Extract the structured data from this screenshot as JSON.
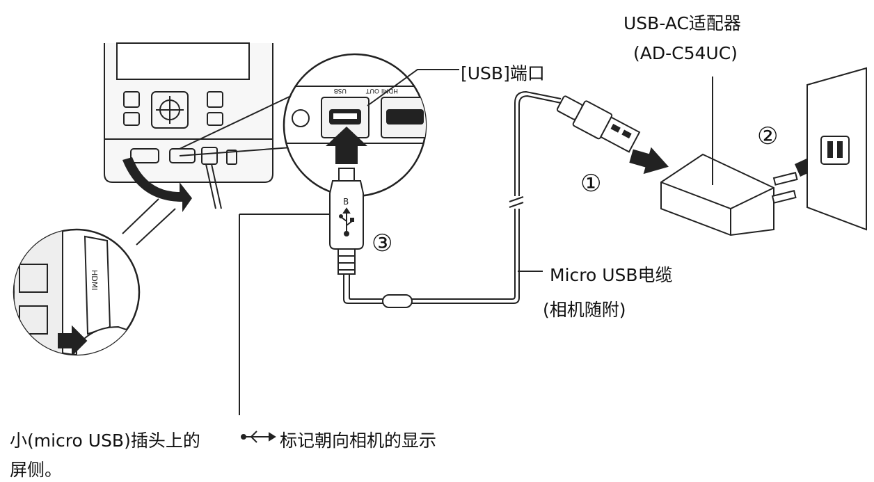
{
  "labels": {
    "adapter_name": "USB-AC适配器",
    "adapter_model": "(AD-C54UC)",
    "usb_port": "[USB]端口",
    "cable_name": "Micro USB电缆",
    "cable_note": "(相机随附)",
    "note_line1": "小(micro USB)插头上的",
    "note_line1_end": "标记朝向相机的显示",
    "note_line2": "屏侧。"
  },
  "steps": [
    "①",
    "②",
    "③"
  ],
  "device_text": {
    "port_usb": "USB",
    "port_hdmi": "HDMI OUT",
    "connector_b": "B",
    "hdmi_cover": "HDMI"
  },
  "icons": [
    "camera-body",
    "camera-zoom-inset",
    "hdmi-cover-inset",
    "usb-symbol-icon",
    "micro-usb-plug",
    "usb-a-plug",
    "ac-adapter",
    "wall-outlet"
  ]
}
